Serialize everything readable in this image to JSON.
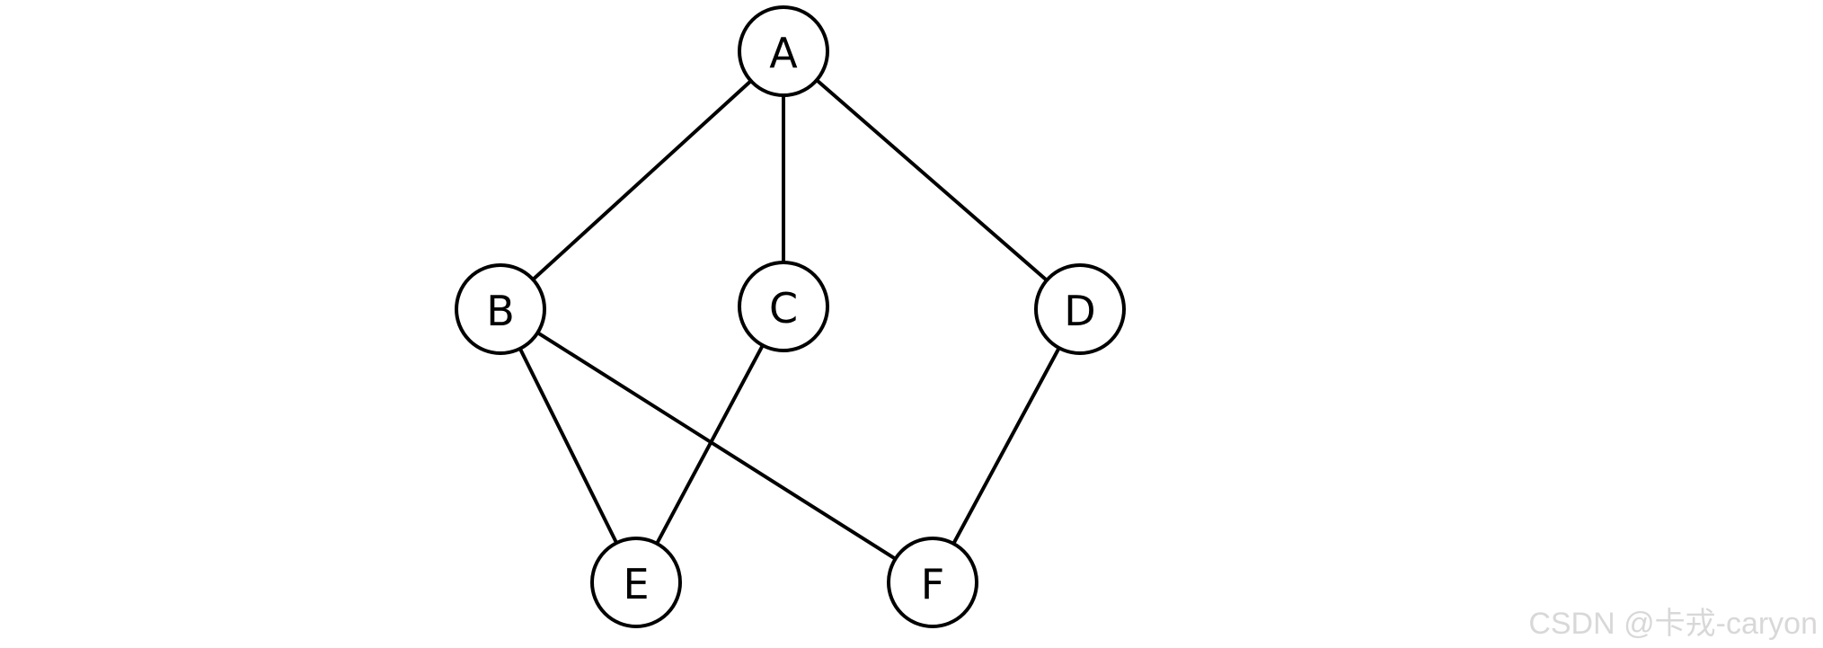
{
  "graph": {
    "nodes": [
      {
        "id": "A",
        "label": "A"
      },
      {
        "id": "B",
        "label": "B"
      },
      {
        "id": "C",
        "label": "C"
      },
      {
        "id": "D",
        "label": "D"
      },
      {
        "id": "E",
        "label": "E"
      },
      {
        "id": "F",
        "label": "F"
      }
    ],
    "edges": [
      {
        "from": "A",
        "to": "B"
      },
      {
        "from": "A",
        "to": "C"
      },
      {
        "from": "A",
        "to": "D"
      },
      {
        "from": "B",
        "to": "E"
      },
      {
        "from": "B",
        "to": "F"
      },
      {
        "from": "C",
        "to": "E"
      },
      {
        "from": "D",
        "to": "F"
      }
    ]
  },
  "watermark": "CSDN @卡戎-caryon"
}
